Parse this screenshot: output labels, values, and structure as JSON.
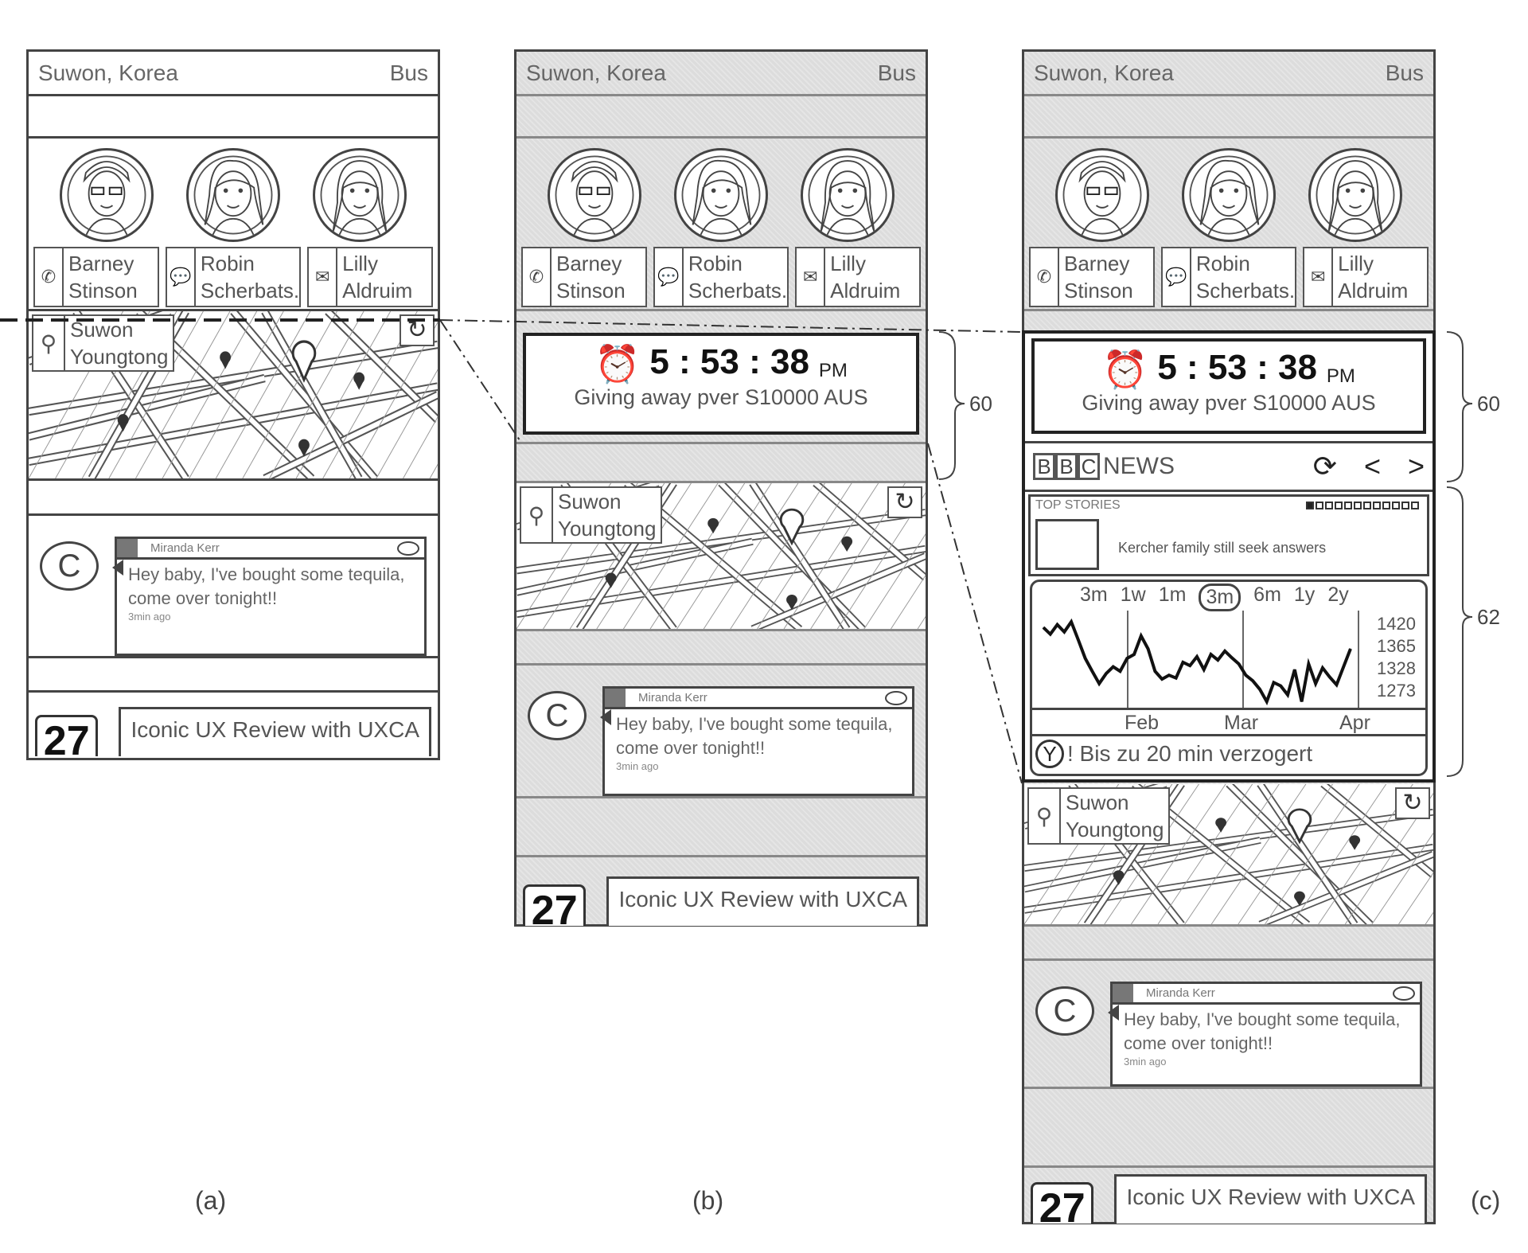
{
  "status": {
    "location": "Suwon, Korea",
    "transport": "Bus"
  },
  "contacts": [
    {
      "first": "Barney",
      "last": "Stinson",
      "icon": "phone-icon",
      "glyph": "✆"
    },
    {
      "first": "Robin",
      "last": "Scherbats.",
      "icon": "chat-icon",
      "glyph": "💬"
    },
    {
      "first": "Lilly",
      "last": "Aldruim",
      "icon": "mail-icon",
      "glyph": "✉"
    }
  ],
  "map": {
    "place_line1": "Suwon",
    "place_line2": "Youngtong"
  },
  "message": {
    "app_letter": "C",
    "sender": "Miranda Kerr",
    "body": "Hey baby, I've bought some tequila, come over tonight!!",
    "time": "3min ago"
  },
  "calendar": {
    "day": "27",
    "event": "Iconic UX Review with UXCA"
  },
  "clock": {
    "time": "5 : 53 : 38",
    "ampm": "PM",
    "caption": "Giving away pver S10000 AUS"
  },
  "news": {
    "brand_letters": [
      "B",
      "B",
      "C"
    ],
    "label": "NEWS",
    "section": "TOP STORIES",
    "headline": "Kercher family still seek answers",
    "page_index": 1,
    "page_count": 12
  },
  "stocks": {
    "ranges": [
      "3m",
      "1w",
      "1m",
      "3m",
      "6m",
      "1y",
      "2y"
    ],
    "selected_range_index": 3,
    "logo": "Y",
    "footer": "! Bis zu 20 min verzogert"
  },
  "figure_labels": [
    "(a)",
    "(b)",
    "(c)"
  ],
  "reference_numerals": {
    "clock_widget": "60",
    "expanded_widgets": "62"
  },
  "chart_data": {
    "type": "line",
    "x_ticks": [
      "Feb",
      "Mar",
      "Apr"
    ],
    "y_ticks": [
      "1420",
      "1365",
      "1328",
      "1273"
    ],
    "ylim": [
      1260,
      1430
    ],
    "values": [
      1400,
      1388,
      1405,
      1392,
      1410,
      1378,
      1345,
      1322,
      1300,
      1318,
      1330,
      1322,
      1345,
      1352,
      1385,
      1362,
      1322,
      1308,
      1315,
      1310,
      1338,
      1332,
      1348,
      1325,
      1352,
      1342,
      1358,
      1346,
      1335,
      1315,
      1305,
      1290,
      1268,
      1302,
      1296,
      1280,
      1325,
      1268,
      1335,
      1300,
      1328,
      1312,
      1298,
      1330,
      1362
    ]
  }
}
